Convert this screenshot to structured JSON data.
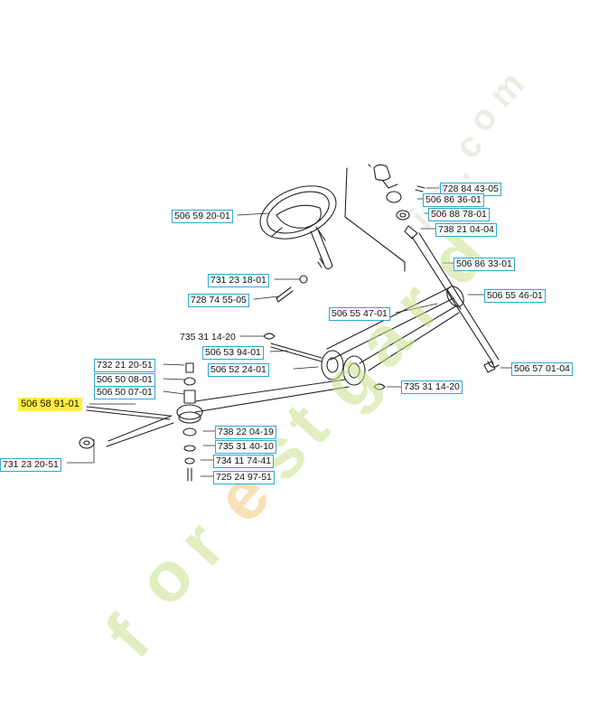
{
  "labels": {
    "p1": "506 59 20-01",
    "p2": "728 84 43-05",
    "p3": "506 86 36-01",
    "p4": "506 88 78-01",
    "p5": "738 21 04-04",
    "p6": "506 86 33-01",
    "p7": "731 23 18-01",
    "p8": "728 74 55-05",
    "p9": "506 55 46-01",
    "p10": "506 55 47-01",
    "p11": "735 31 14-20",
    "p12": "506 53 94-01",
    "p13": "506 52 24-01",
    "p14": "732 21 20-51",
    "p15": "506 50 08-01",
    "p16": "506 50 07-01",
    "p17": "735 31 14-20",
    "p18": "506 57 01-04",
    "p19": "506 58 91-01",
    "p20": "738 22 04-19",
    "p21": "735 31 40-10",
    "p22": "734 11 74-41",
    "p23": "725 24 97-51",
    "p24": "731 23 20-51"
  },
  "highlight_color": "#ffef3a",
  "box_color": "#29a9d8",
  "watermark_icon": "forestgarden-watermark"
}
